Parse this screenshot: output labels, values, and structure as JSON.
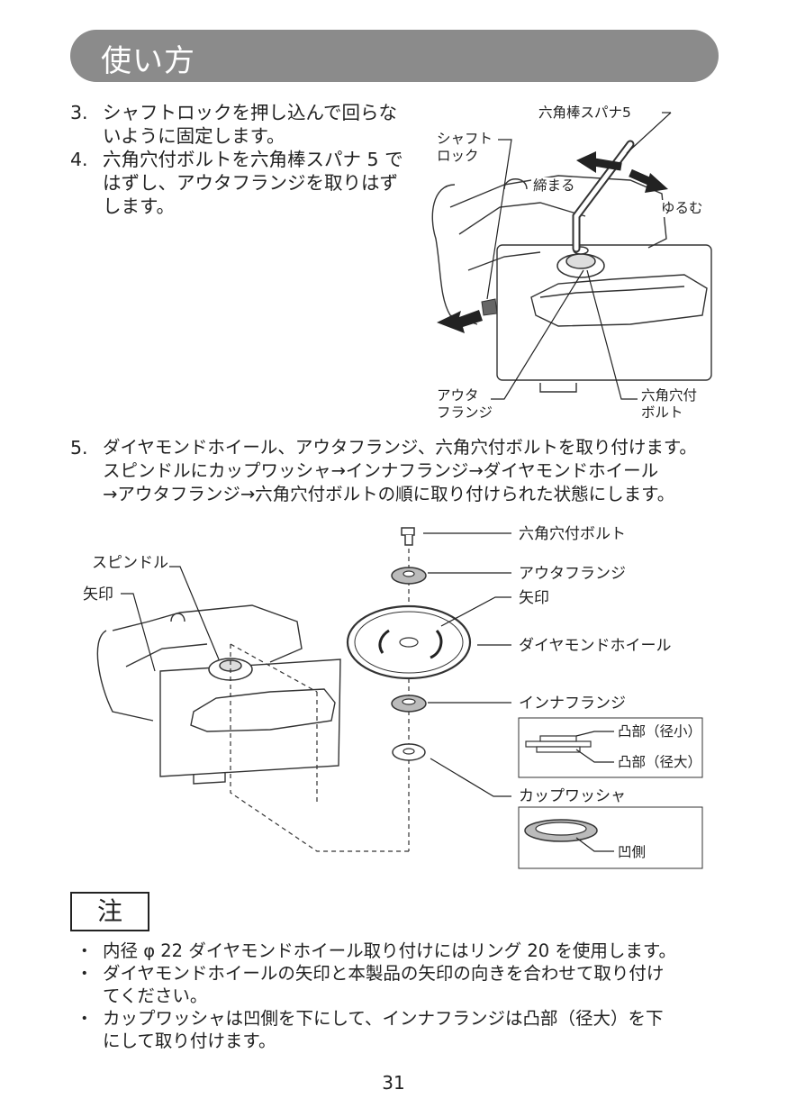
{
  "header": {
    "title": "使い方"
  },
  "steps": {
    "s3": {
      "num": "3.",
      "line1": "シャフトロックを押し込んで回らな",
      "line2": "いように固定します。"
    },
    "s4": {
      "num": "4.",
      "line1": "六角穴付ボルトを六角棒スパナ 5 で",
      "line2": "はずし、アウタフランジを取りはず",
      "line3": "します。"
    },
    "s5": {
      "num": "5.",
      "line1": "ダイヤモンドホイール、アウタフランジ、六角穴付ボルトを取り付けます。",
      "line2": "スピンドルにカップワッシャ→インナフランジ→ダイヤモンドホイール",
      "line3": "→アウタフランジ→六角穴付ボルトの順に取り付けられた状態にします。"
    }
  },
  "figure1": {
    "wrench": "六角棒スパナ5",
    "shaft_lock_1": "シャフト",
    "shaft_lock_2": "ロック",
    "tighten": "締まる",
    "loosen": "ゆるむ",
    "outer_flange_1": "アウタ",
    "outer_flange_2": "フランジ",
    "hex_bolt_1": "六角穴付",
    "hex_bolt_2": "ボルト"
  },
  "figure2": {
    "spindle": "スピンドル",
    "arrow_left": "矢印",
    "hex_bolt": "六角穴付ボルト",
    "outer_flange": "アウタフランジ",
    "arrow_right": "矢印",
    "diamond_wheel": "ダイヤモンドホイール",
    "inner_flange": "インナフランジ",
    "convex_small": "凸部（径小）",
    "convex_large": "凸部（径大）",
    "cup_washer": "カップワッシャ",
    "concave_side": "凹側"
  },
  "note": {
    "title": "注",
    "bullet": "・",
    "n1": "内径 φ 22 ダイヤモンドホイール取り付けにはリング 20 を使用します。",
    "n2a": "ダイヤモンドホイールの矢印と本製品の矢印の向きを合わせて取り付け",
    "n2b": "てください。",
    "n3a": "カップワッシャは凹側を下にして、インナフランジは凸部（径大）を下",
    "n3b": "にして取り付けます。"
  },
  "page_number": "31"
}
